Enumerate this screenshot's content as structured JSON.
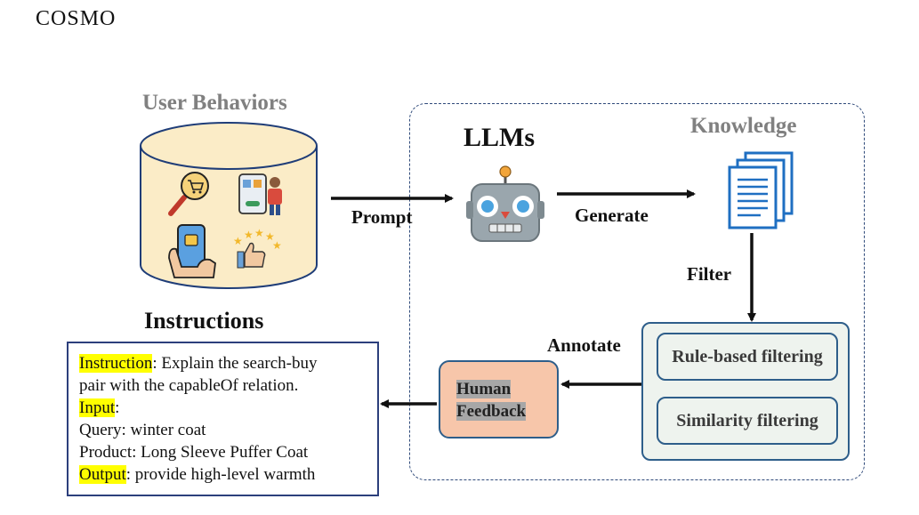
{
  "brand": "COSMO",
  "user_behaviors": {
    "title": "User Behaviors"
  },
  "llms": {
    "title": "LLMs"
  },
  "knowledge": {
    "title": "Knowledge"
  },
  "edges": {
    "prompt": "Prompt",
    "generate": "Generate",
    "filter": "Filter",
    "annotate": "Annotate"
  },
  "filters": {
    "rule_based": "Rule-based filtering",
    "similarity": "Similarity filtering"
  },
  "human_feedback": {
    "line1": "Human",
    "line2": "Feedback"
  },
  "instructions": {
    "title": "Instructions",
    "instruction_key": "Instruction",
    "instruction_line1": ": Explain the search-buy",
    "instruction_line2": "pair with the capableOf relation.",
    "input_key": "Input",
    "input_colon": ":",
    "query": "Query:  winter coat",
    "product": "Product:  Long Sleeve Puffer Coat",
    "output_key": "Output",
    "output_value": ":  provide high-level warmth"
  },
  "colors": {
    "highlight": "#ffff00",
    "human_feedback_fill": "#f7c6aa",
    "panel_fill": "#eef3ee",
    "border_blue": "#2e5e8a",
    "cylinder_fill": "#fbecc7"
  },
  "icons": [
    "cylinder-database-icon",
    "shopping-search-icon",
    "mobile-shopping-icon",
    "hand-phone-icon",
    "rating-thumbs-up-icon",
    "robot-icon",
    "documents-stack-icon"
  ]
}
